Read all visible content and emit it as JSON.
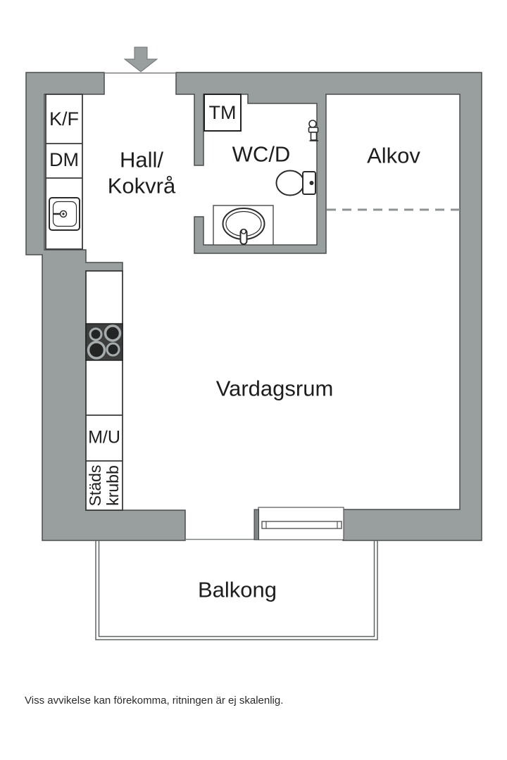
{
  "plan": {
    "rooms": {
      "hall": {
        "label": "Hall/\nKokvrå"
      },
      "wc": {
        "label": "WC/D"
      },
      "alkov": {
        "label": "Alkov"
      },
      "vardagsrum": {
        "label": "Vardagsrum"
      },
      "balkong": {
        "label": "Balkong"
      }
    },
    "fixtures": {
      "kf": {
        "label": "K/F"
      },
      "dm": {
        "label": "DM"
      },
      "tm": {
        "label": "TM"
      },
      "mu": {
        "label": "M/U"
      },
      "stadskrubb": {
        "label": "Städs\nkrubb"
      }
    },
    "icons": {
      "entrance_arrow": "down-arrow",
      "kitchen_sink": "sink-square",
      "stove": "four-burner-hob",
      "toilet": "toilet-plan",
      "washbasin": "oval-basin",
      "shower_mixer": "mixer-tap",
      "balcony_window": "glazed-door-window",
      "alcove_boundary": "dashed-line"
    },
    "colors": {
      "wall_fill": "#999e9f",
      "wall_outline": "#4a4e4f",
      "fixture_stroke": "#2b2b2b",
      "stove_fill": "#3d3f3f",
      "text": "#1d1d1d",
      "dash": "#8f9394"
    }
  },
  "footer": {
    "disclaimer": "Viss avvikelse kan förekomma, ritningen är ej skalenlig."
  }
}
